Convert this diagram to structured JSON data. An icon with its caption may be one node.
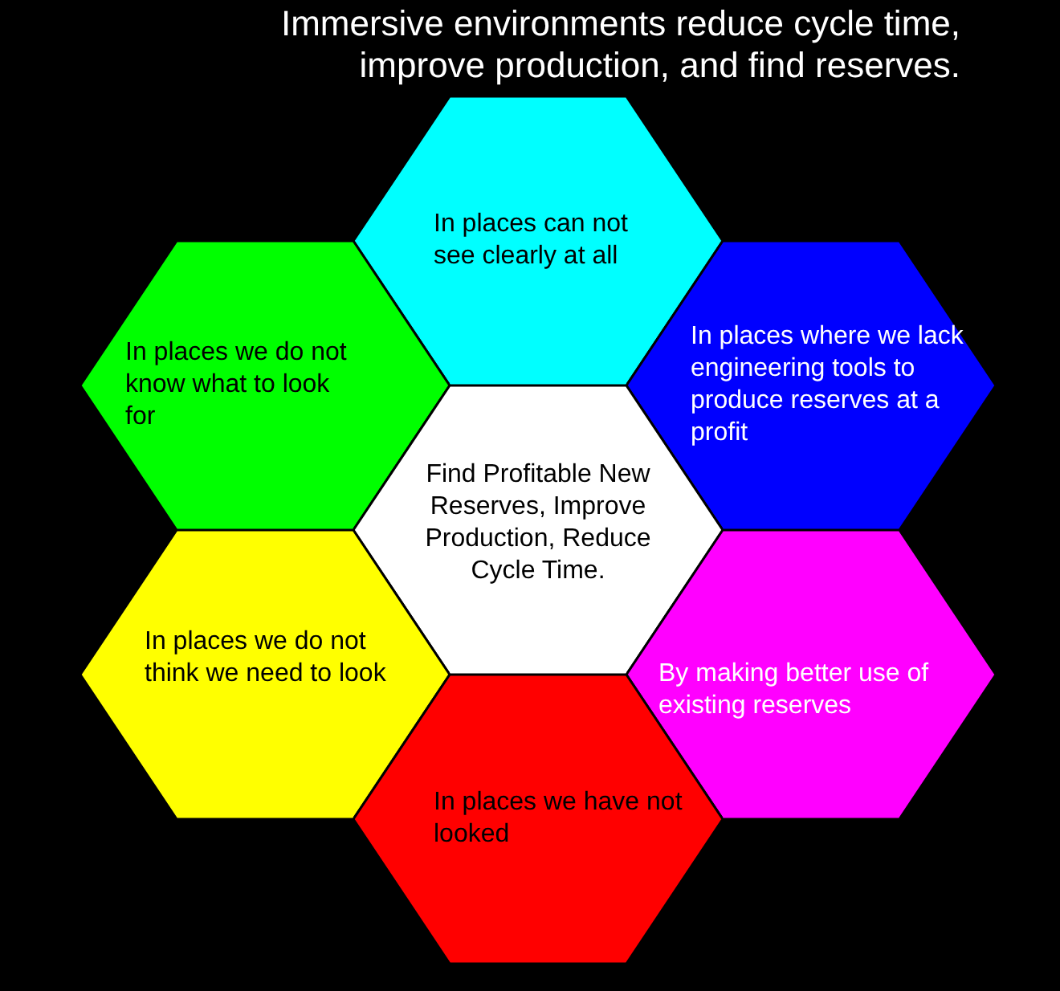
{
  "diagram": {
    "title": "Immersive environments reduce cycle time, improve production, and find reserves.",
    "nodes": [
      {
        "text": [
          "In places can not see clearly at all"
        ]
      },
      {
        "text": [
          "In places we do not know what to look for"
        ]
      },
      {
        "text": [
          "In places where we lack engineering tools to produce reserves at a profit"
        ]
      },
      {
        "text": [
          "Find Profitable New Reserves, Improve Production, Reduce Cycle Time."
        ]
      },
      {
        "text": [
          "In places we do not think we need to look"
        ]
      },
      {
        "text": [
          "By making better use of existing reserves"
        ]
      },
      {
        "text": [
          "In places we have not looked"
        ]
      }
    ]
  }
}
